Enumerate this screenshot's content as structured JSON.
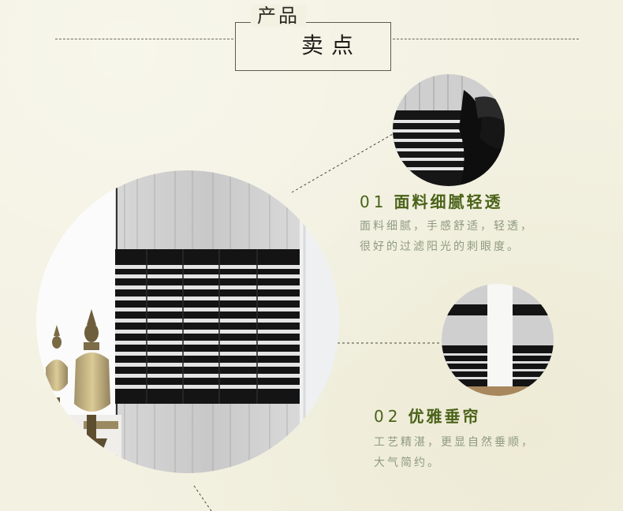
{
  "header": {
    "title_line1": "产品",
    "title_line2": "卖点"
  },
  "colors": {
    "background": "#f3f1e1",
    "feature_title": "#4a6218",
    "feature_desc": "#8f9a80"
  },
  "features": [
    {
      "number": "01",
      "title": "面料细腻轻透",
      "desc_lines": [
        "面料细腻，手感舒适，轻透，",
        "很好的过滤阳光的刺眼度。"
      ]
    },
    {
      "number": "02",
      "title": "优雅垂帘",
      "desc_lines": [
        "工艺精湛，更显自然垂顺，",
        "大气简约。"
      ]
    }
  ]
}
